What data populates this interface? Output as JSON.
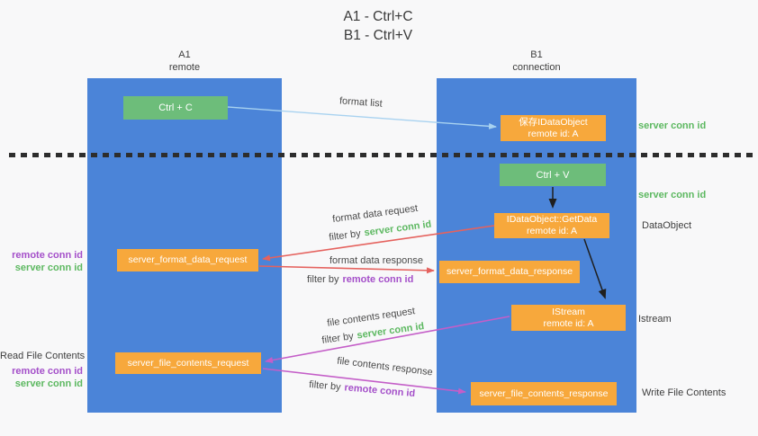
{
  "title": {
    "line1": "A1 - Ctrl+C",
    "line2": "B1 - Ctrl+V"
  },
  "lanes": {
    "left": {
      "name": "A1",
      "role": "remote"
    },
    "right": {
      "name": "B1",
      "role": "connection"
    }
  },
  "nodes": {
    "ctrl_c": {
      "label": "Ctrl + C"
    },
    "ctrl_v": {
      "label": "Ctrl + V"
    },
    "save_dataobject": {
      "line1": "保存IDataObject",
      "line2": "remote id: A"
    },
    "getdata": {
      "line1": "IDataObject::GetData",
      "line2": "remote id: A"
    },
    "istream": {
      "line1": "IStream",
      "line2": "remote id: A"
    },
    "server_format_data_request": {
      "label": "server_format_data_request"
    },
    "server_format_data_response": {
      "label": "server_format_data_response"
    },
    "server_file_contents_request": {
      "label": "server_file_contents_request"
    },
    "server_file_contents_response": {
      "label": "server_file_contents_response"
    }
  },
  "flow_labels": {
    "format_list": "format list",
    "format_data_request": "format data request",
    "format_data_response": "format data response",
    "file_contents_request": "file contents request",
    "file_contents_response": "file contents response",
    "filter_by": "filter by",
    "server_conn_id": "server conn id",
    "remote_conn_id": "remote conn id"
  },
  "side_labels": {
    "right_server_conn_id_top": "server conn id",
    "right_server_conn_id_mid": "server conn id",
    "dataobject": "DataObject",
    "istream": "Istream",
    "write_file_contents": "Write File Contents",
    "read_file_contents": "Read File Contents",
    "left_remote_conn_id_format": "remote conn id",
    "left_server_conn_id_format": "server conn id",
    "left_remote_conn_id_file": "remote conn id",
    "left_server_conn_id_file": "server conn id"
  },
  "colors": {
    "background": "#f8f8f9",
    "lane_blue": "#4b84d8",
    "node_green": "#6dbd7a",
    "node_orange": "#f7a83c",
    "label_green": "#5cb860",
    "label_purple": "#a44fc9",
    "arrow_red": "#e5625e",
    "arrow_purple": "#c45ec8",
    "arrow_blue": "#a8d2f0",
    "arrow_black": "#1f1f1f",
    "text_dark": "#3d3d3d",
    "divider": "#2d2d2d"
  }
}
